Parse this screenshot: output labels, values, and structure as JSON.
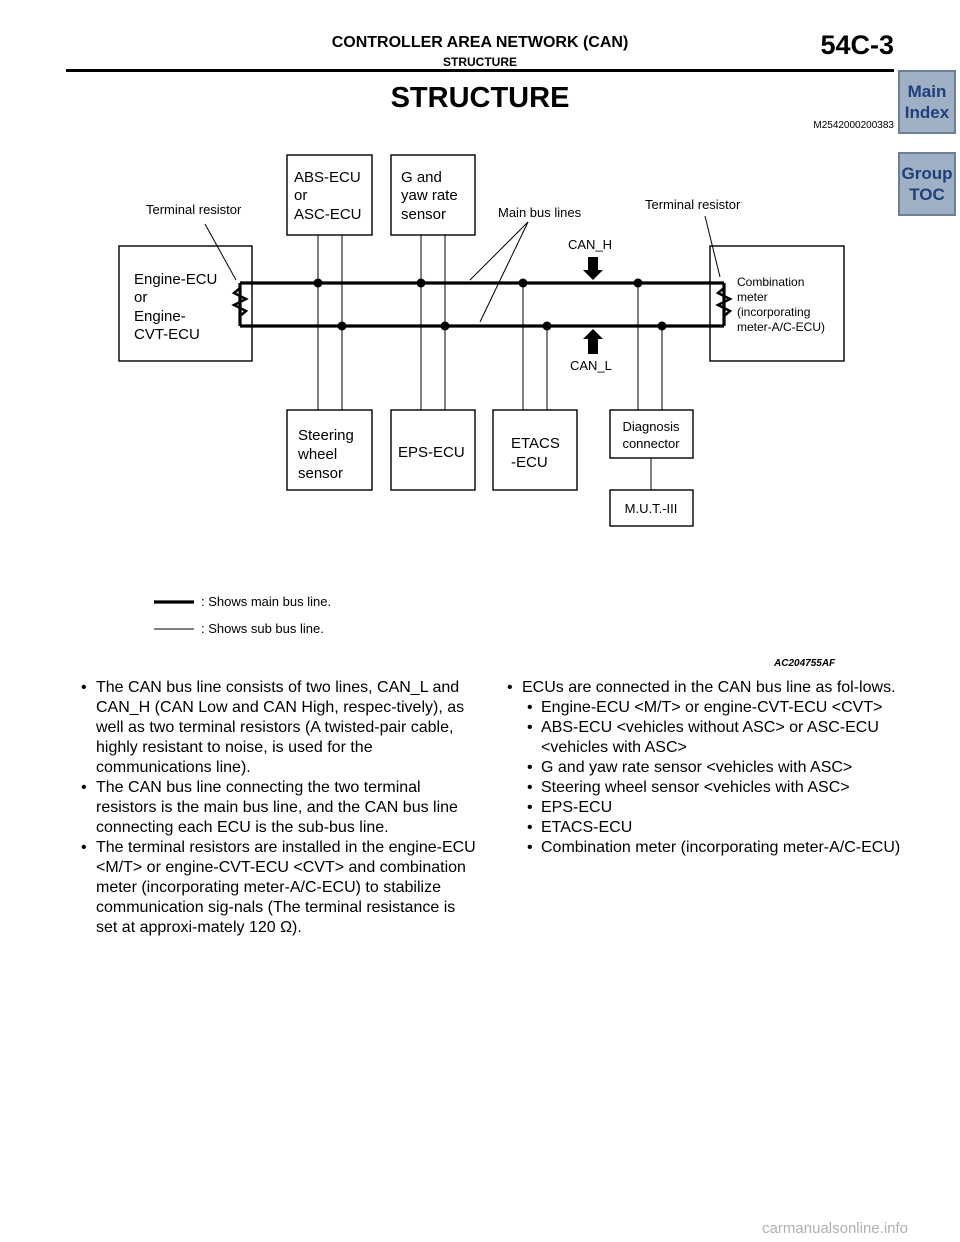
{
  "header": {
    "section_title": "CONTROLLER AREA NETWORK (CAN)",
    "sub_title": "STRUCTURE",
    "page_code": "54C-3"
  },
  "nav": {
    "main_index": [
      "Main",
      "Index"
    ],
    "group_toc": [
      "Group",
      "TOC"
    ]
  },
  "page_title": "STRUCTURE",
  "doc_id": "M2542000200383",
  "diagram": {
    "engine_ecu": [
      "Engine-ECU",
      "or",
      "Engine-",
      "CVT-ECU"
    ],
    "abs_ecu": [
      "ABS-ECU",
      "or",
      "ASC-ECU"
    ],
    "g_yaw": [
      "G and",
      "yaw rate",
      "sensor"
    ],
    "combination_meter": [
      "Combination",
      "meter",
      "(incorporating",
      "meter-A/C-ECU)"
    ],
    "steering": [
      "Steering",
      "wheel",
      "sensor"
    ],
    "eps": "EPS-ECU",
    "etacs": [
      "ETACS",
      "-ECU"
    ],
    "diagnosis": [
      "Diagnosis",
      "connector"
    ],
    "mut": "M.U.T.-III",
    "terminal_resistor_left": "Terminal resistor",
    "terminal_resistor_right": "Terminal resistor",
    "main_bus_lines": "Main bus lines",
    "can_h": "CAN_H",
    "can_l": "CAN_L",
    "legend_main": ": Shows main bus line.",
    "legend_sub": ": Shows sub bus line.",
    "figure_id": "AC204755AF"
  },
  "text_left": [
    "The CAN bus line consists of two lines, CAN_L and CAN_H (CAN Low and CAN High, respec-tively), as well as two terminal resistors (A twisted-pair cable, highly resistant to noise, is used for the communications line).",
    "The CAN bus line connecting the two terminal resistors is the main bus line, and the CAN bus line connecting each ECU is the sub-bus line.",
    "The terminal resistors are installed in the engine-ECU <M/T> or engine-CVT-ECU <CVT> and combination meter (incorporating meter-A/C-ECU) to stabilize communication sig-nals (The terminal resistance is set at approxi-mately 120 Ω)."
  ],
  "text_right": {
    "intro": "ECUs are connected in the CAN bus line as fol-lows.",
    "items": [
      "Engine-ECU <M/T> or engine-CVT-ECU <CVT>",
      "ABS-ECU <vehicles without ASC> or ASC-ECU <vehicles with ASC>",
      "G and yaw rate sensor <vehicles with ASC>",
      "Steering wheel sensor <vehicles with ASC>",
      "EPS-ECU",
      "ETACS-ECU",
      "Combination meter (incorporating meter-A/C-ECU)"
    ]
  },
  "footer": "carmanualsonline.info"
}
